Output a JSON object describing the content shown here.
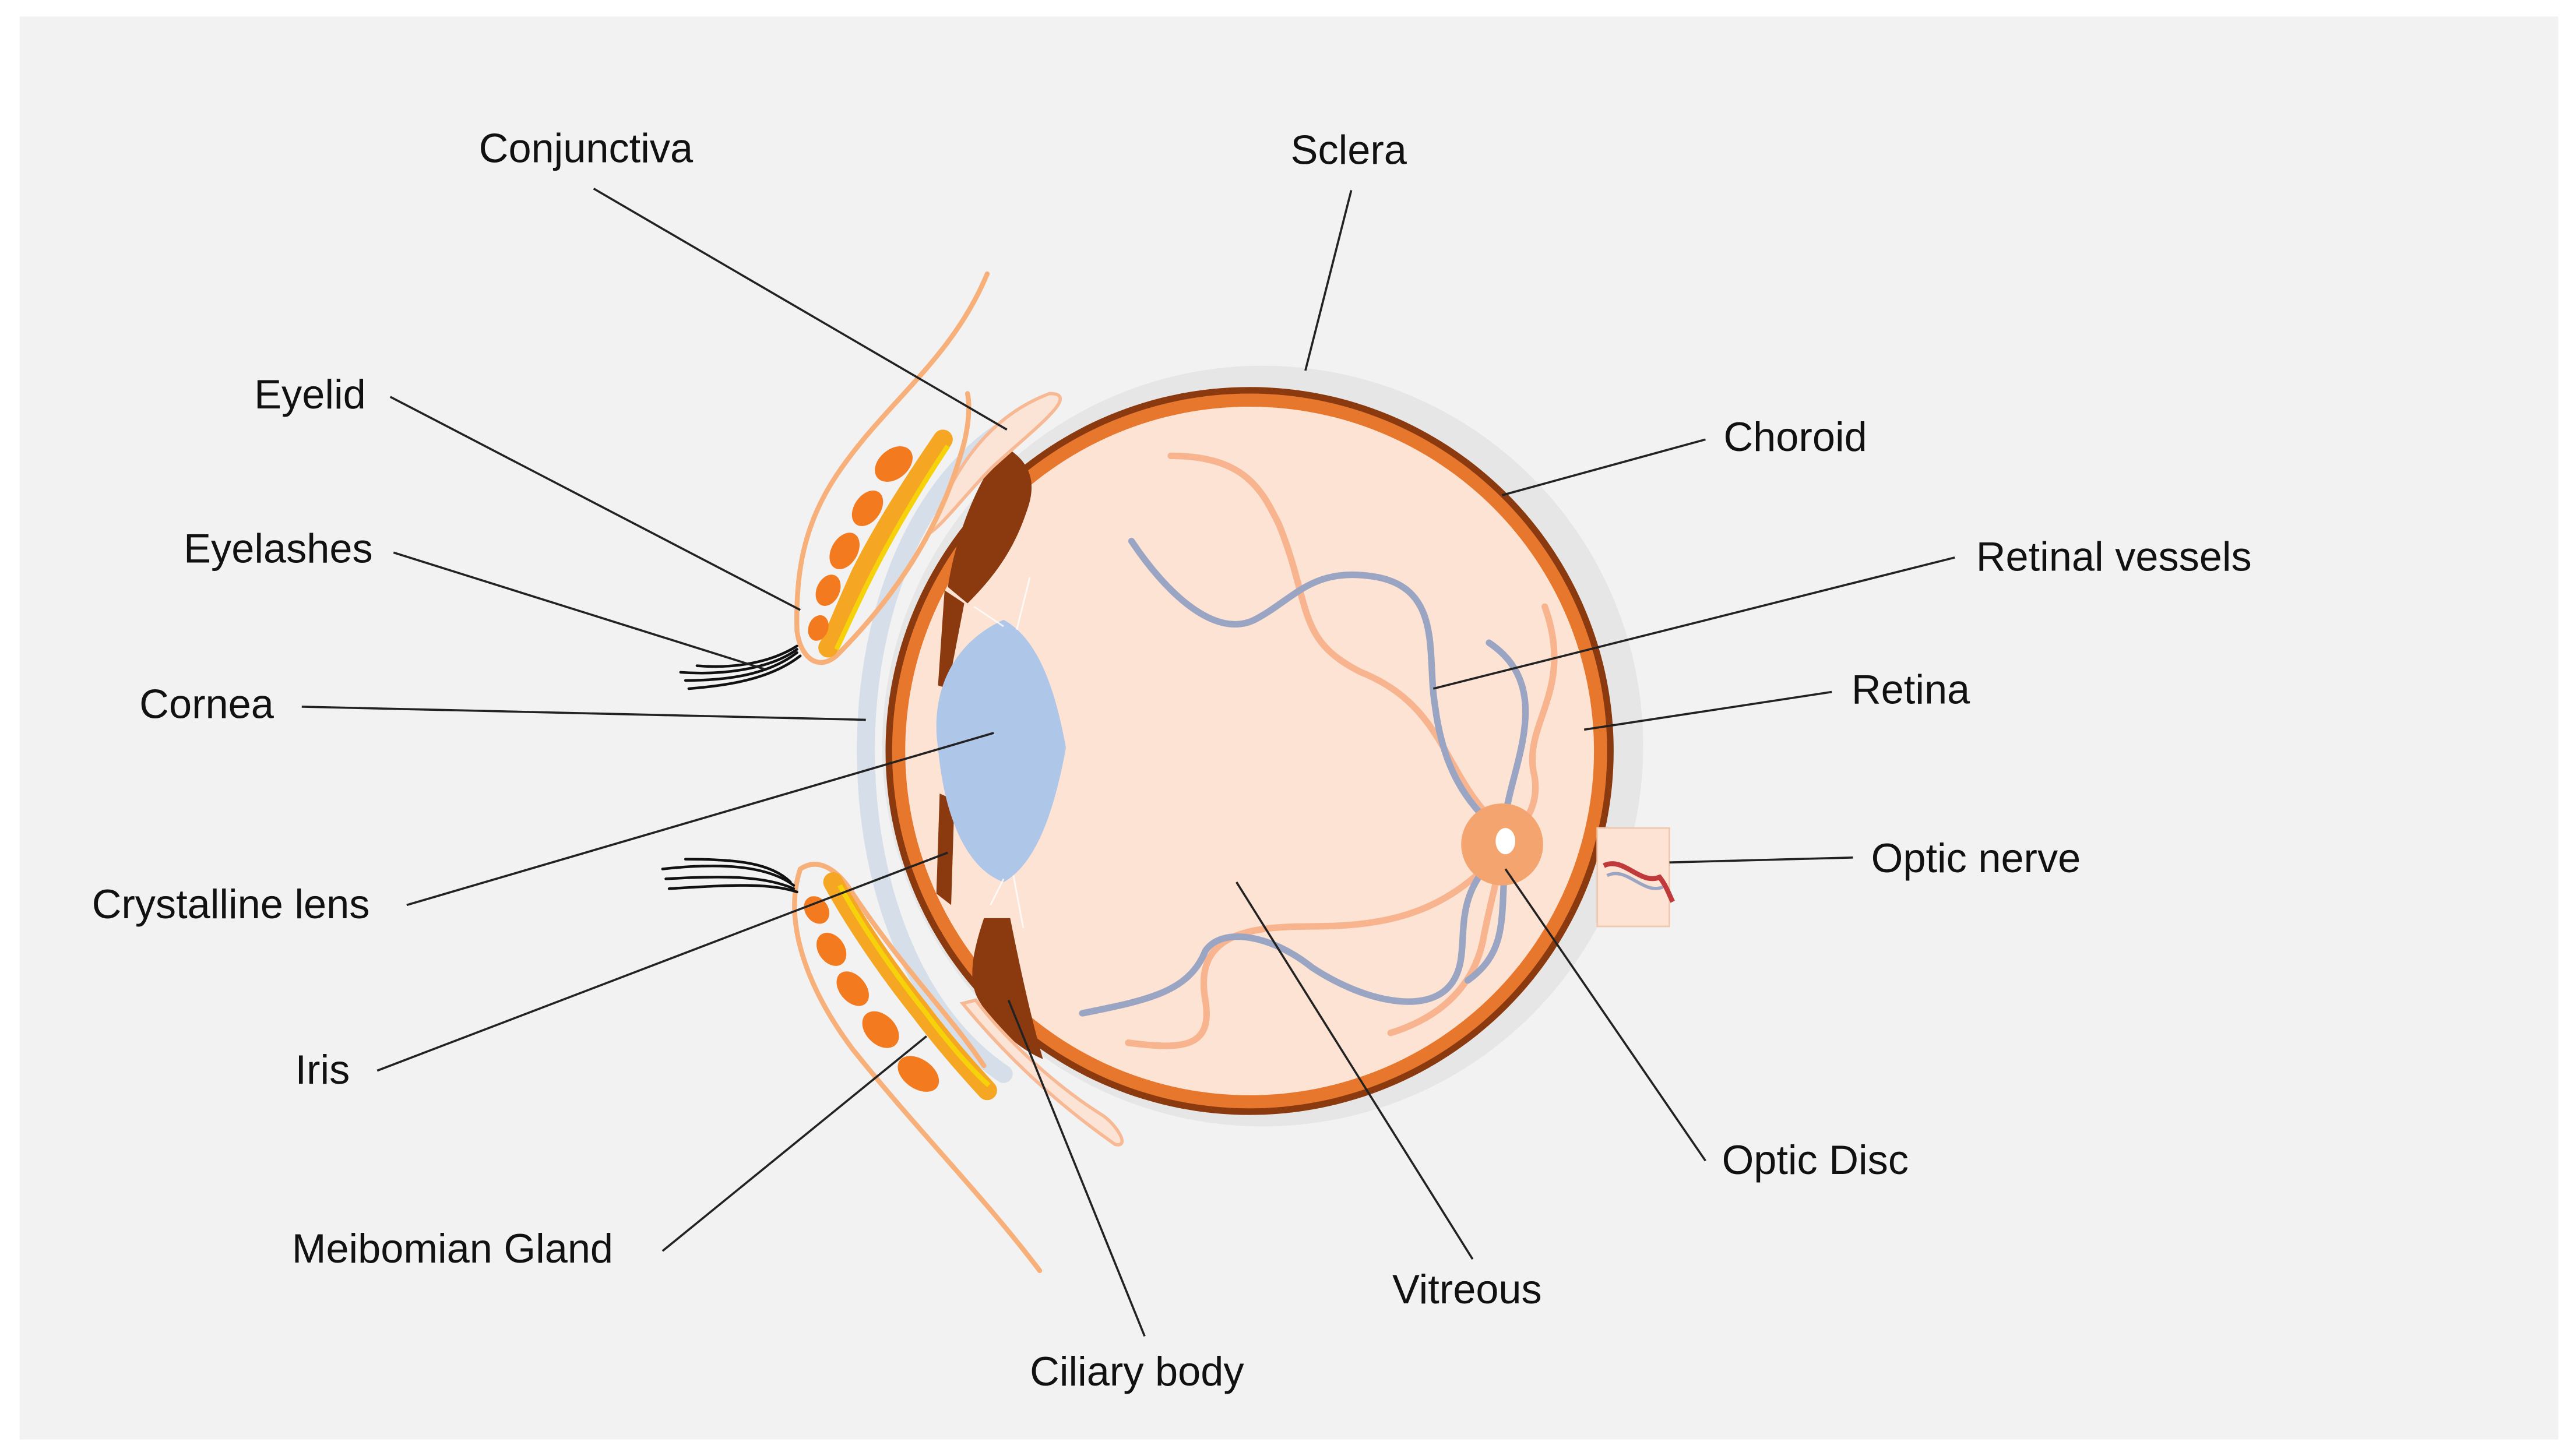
{
  "diagram": {
    "colors": {
      "background": "#f2f2f2",
      "sclera_halo": "#e6e6e6",
      "sclera_ring": "#e8772e",
      "choroid_edge": "#8b3a10",
      "vitreous_fill": "#fde3d3",
      "retinal_vessel_orange": "#f7b48f",
      "retinal_vessel_blue": "#9aa5c4",
      "lens_fill": "#aec6e8",
      "ciliary_body": "#8b3a10",
      "cornea": "#d6dfe9",
      "eyelid_outline": "#f7b07a",
      "meibomian_gland": "#f47a20",
      "gland_line": "#f5d20a",
      "optic_disc": "#f4a46e",
      "leader_line": "#222222"
    },
    "labels": {
      "conjunctiva": "Conjunctiva",
      "sclera": "Sclera",
      "eyelid": "Eyelid",
      "choroid": "Choroid",
      "eyelashes": "Eyelashes",
      "retinal_vessels": "Retinal vessels",
      "retina": "Retina",
      "cornea": "Cornea",
      "crystalline_lens": "Crystalline lens",
      "optic_nerve": "Optic nerve",
      "iris": "Iris",
      "optic_disc": "Optic Disc",
      "meibomian_gland": "Meibomian Gland",
      "vitreous": "Vitreous",
      "ciliary_body": "Ciliary body"
    }
  }
}
